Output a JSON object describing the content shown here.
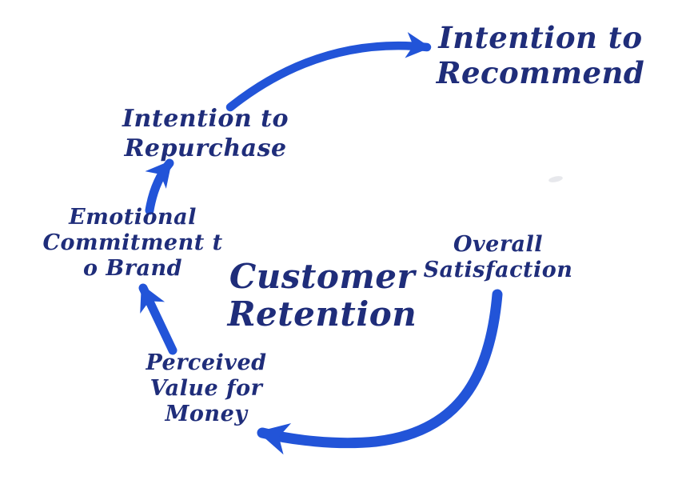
{
  "colors": {
    "text": "#1f2d7a",
    "arrow": "#2254d8",
    "background": "#ffffff"
  },
  "center": {
    "label": "Customer\nRetention"
  },
  "nodes": [
    {
      "id": "intention-to-recommend",
      "label": "Intention to\nRecommend"
    },
    {
      "id": "intention-to-repurchase",
      "label": "Intention to\nRepurchase"
    },
    {
      "id": "emotional-commitment-to-brand",
      "label": "Emotional\nCommitment t\no Brand"
    },
    {
      "id": "overall-satisfaction",
      "label": "Overall\nSatisfaction"
    },
    {
      "id": "perceived-value-for-money",
      "label": "Perceived\nValue for\nMoney"
    }
  ],
  "arrows": [
    {
      "from": "intention-to-repurchase",
      "to": "intention-to-recommend"
    },
    {
      "from": "emotional-commitment-to-brand",
      "to": "intention-to-repurchase"
    },
    {
      "from": "perceived-value-for-money",
      "to": "emotional-commitment-to-brand"
    },
    {
      "from": "overall-satisfaction",
      "to": "perceived-value-for-money"
    }
  ]
}
